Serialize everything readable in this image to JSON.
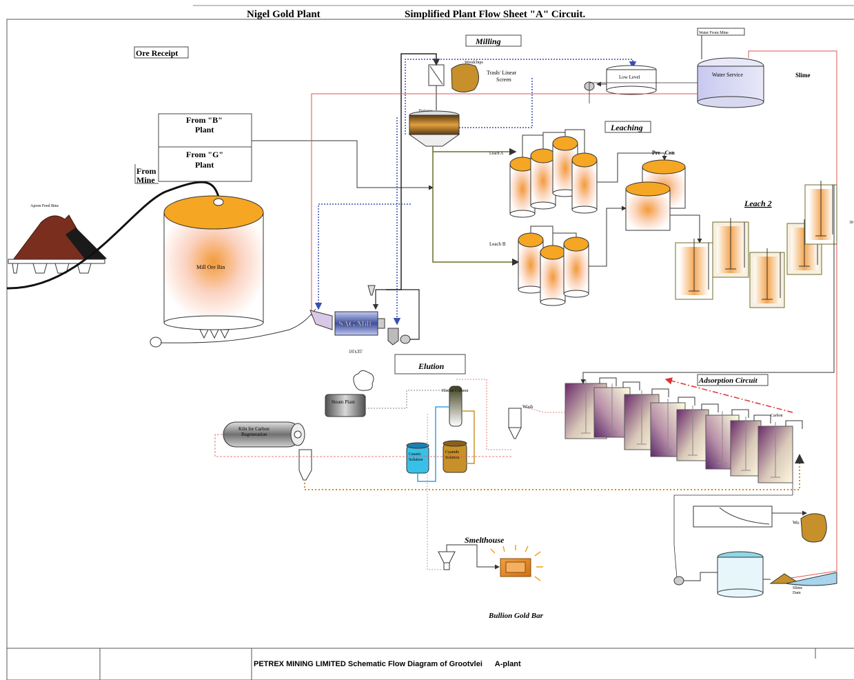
{
  "header": {
    "plant_name": "Nigel Gold Plant",
    "sheet_title": "Simplified Plant Flow Sheet \"A\" Circuit."
  },
  "sections": {
    "ore_receipt": "Ore Receipt",
    "milling": "Milling",
    "leaching": "Leaching",
    "leach2": "Leach 2",
    "elution": "Elution",
    "adsorption": "Adsorption Circuit",
    "smelthouse": "Smelthouse",
    "bullion": "Bullion Gold Bar"
  },
  "labels": {
    "from_b_line1": "From \"B\"",
    "from_b_line2": "Plant",
    "from_g_line1": "From \"G\"",
    "from_g_line2": "Plant",
    "from_mine_line1": "From",
    "from_mine_line2": "Mine",
    "apron_feed_bins": "Apron Feed Bins",
    "mill_ore_bin": "Mill Ore Bin",
    "sag_mill": "SAG Mill",
    "sag_size": "16'x35'",
    "woodchips": "Woodchips",
    "trash_line1": "Trash/ Linear",
    "trash_line2": "Screen",
    "thickener": "Thickener",
    "low_level": "Low Level",
    "water_from_mine": "Water From Mine",
    "water_service": "Water Service",
    "slime": "Slime",
    "leach_a": "Leach A",
    "leach_b": "Leach B",
    "pre_con": "Pre - Con",
    "steam_plant": "Steam Plant",
    "elution_column": "Elution Column",
    "kiln_line1": "Kiln for Carbon",
    "kiln_line2": "Regeneration",
    "caustic_line1": "Caustic",
    "caustic_line2": "Solution",
    "cyanide_line1": "Cyanide",
    "cyanide_line2": "Solution",
    "wash": "Wash",
    "carbon": "Carbon",
    "woodchips2": "Wo",
    "slime_dam_line1": "Slime",
    "slime_dam_line2": "Dam",
    "edge_mark": "30"
  },
  "footer": {
    "caption": "PETREX MINING LIMITED Schematic Flow Diagram of Grootvlei      A-plant"
  },
  "colors": {
    "tank_orange": "#f5a623",
    "slurry_line": "#6b6b2a",
    "water_line": "#e05050",
    "dotted_blue": "#3a4fb0",
    "carbon_purple": "#5a2a6a",
    "ore_brown": "#7a3020",
    "gold": "#e8a040"
  }
}
